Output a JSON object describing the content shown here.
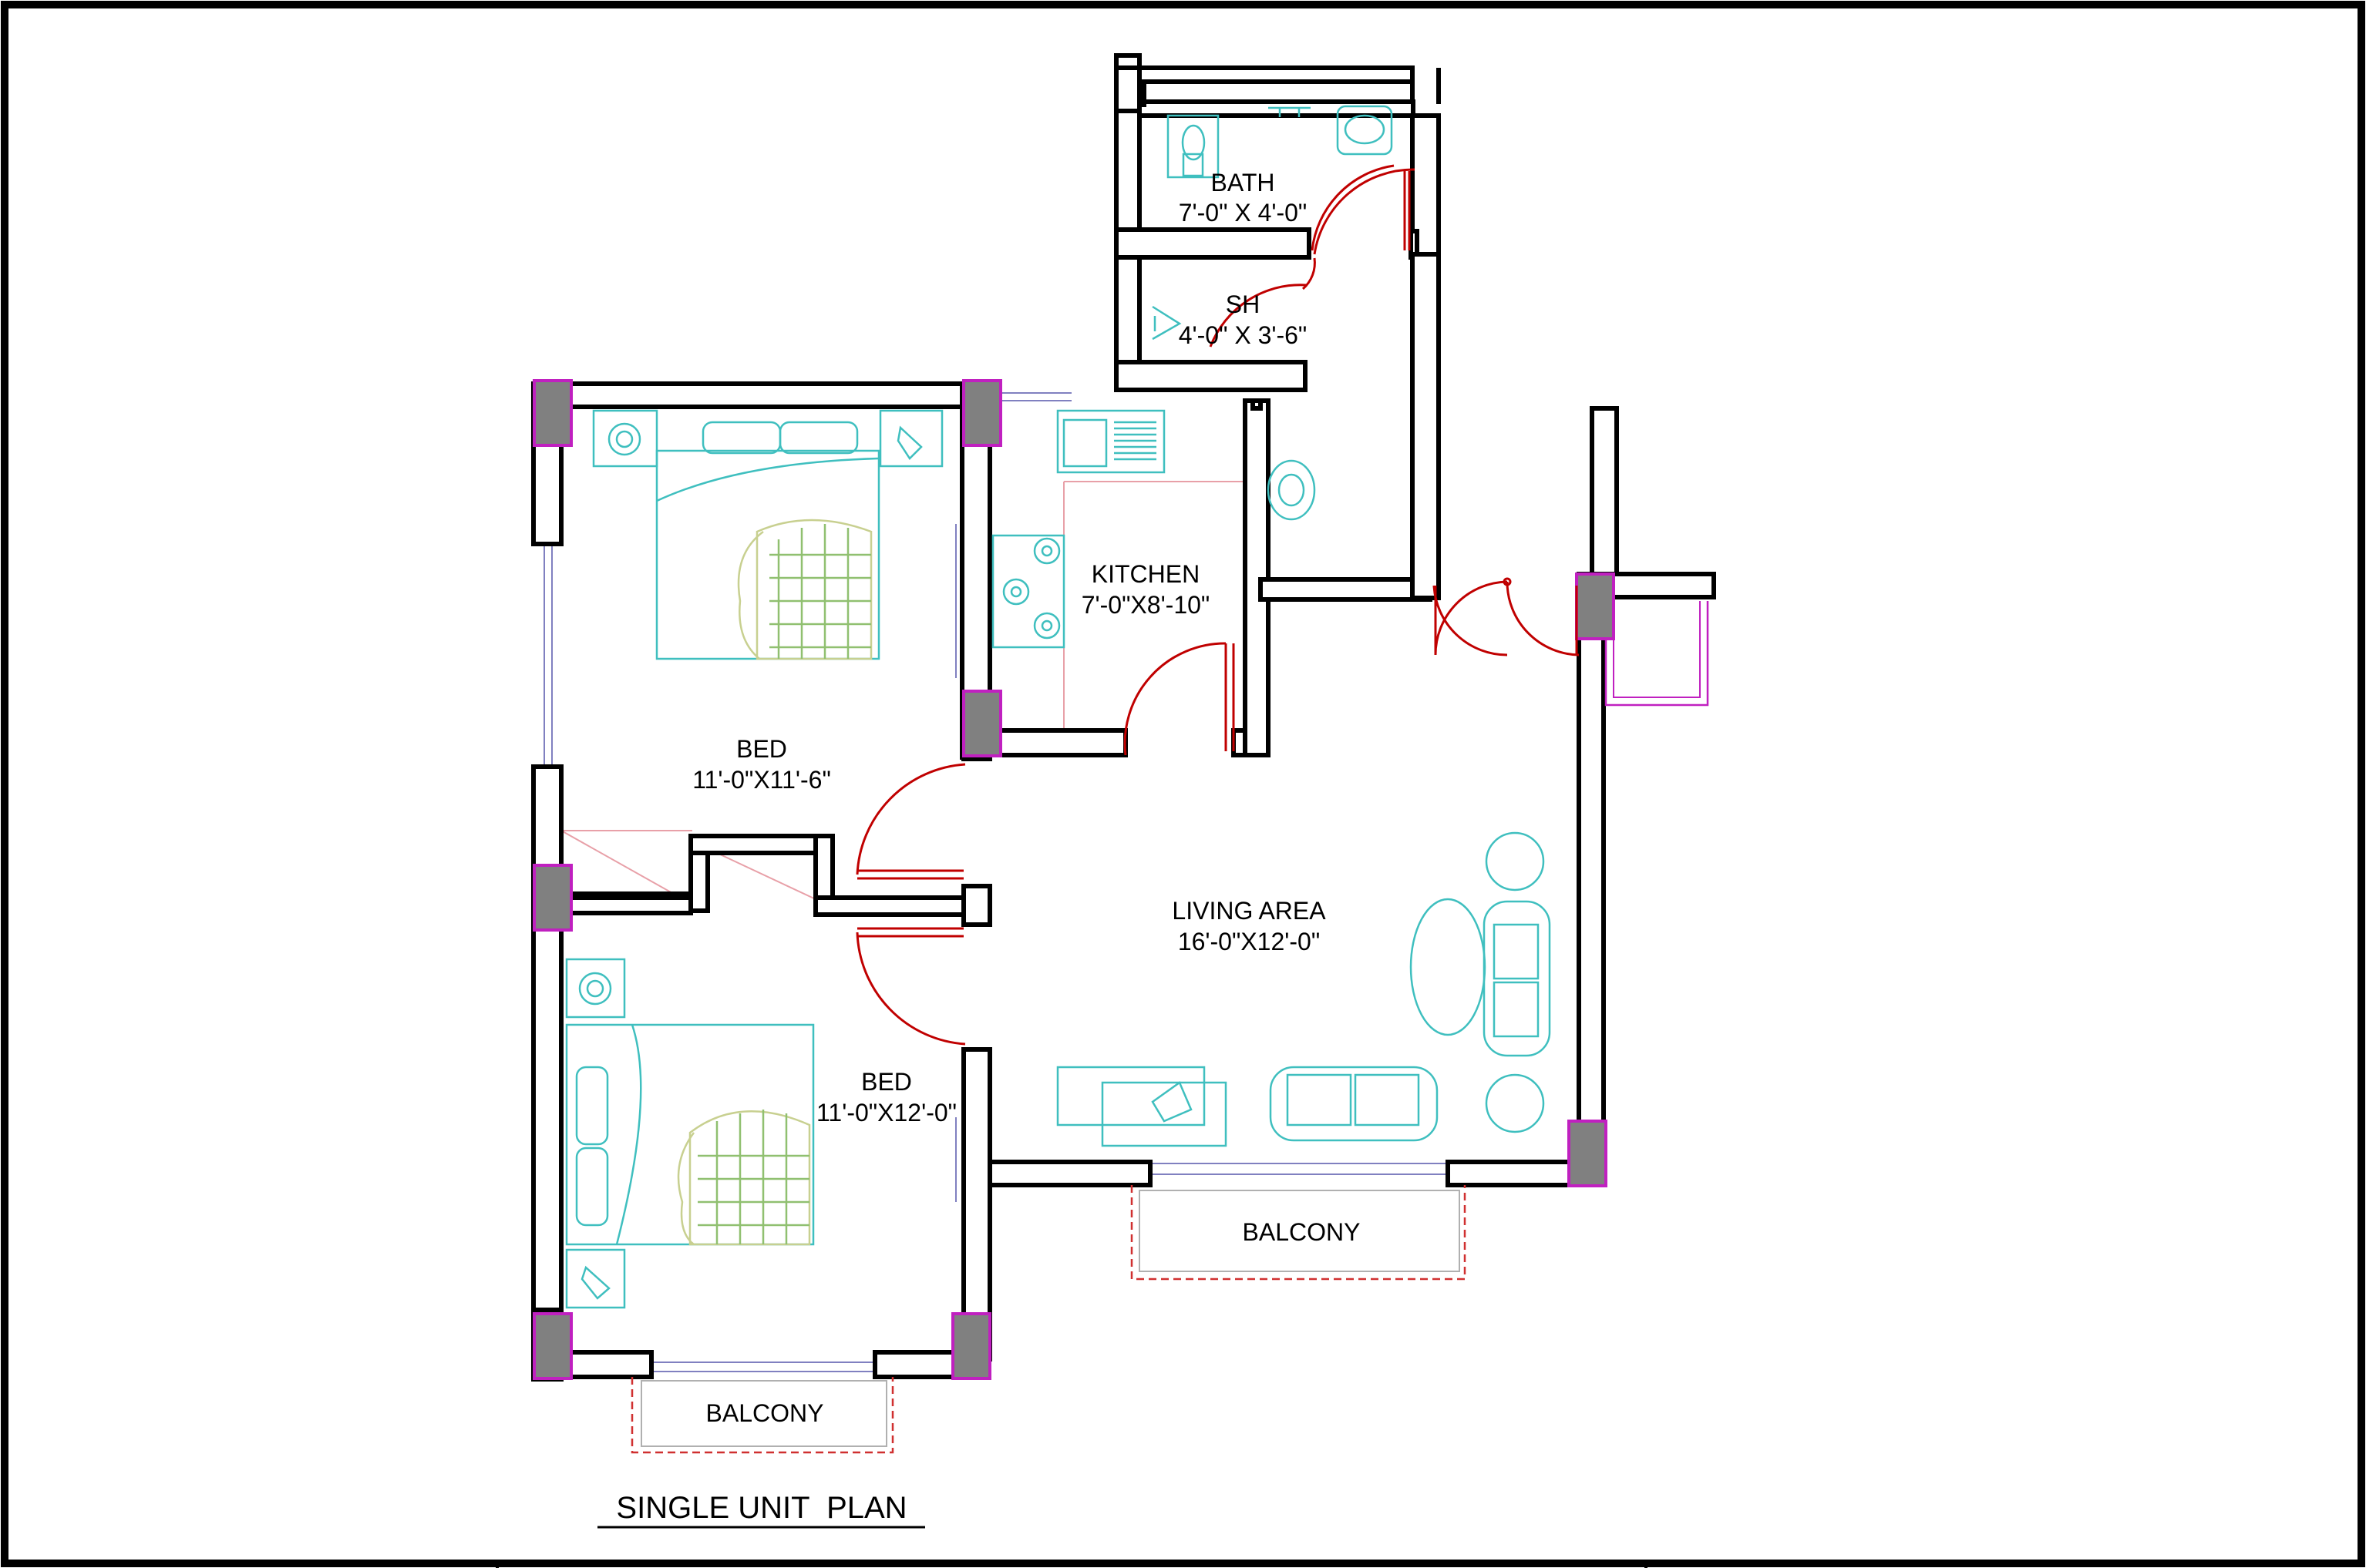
{
  "rooms": {
    "bath": {
      "name": "BATH",
      "size": "7'-0\" X 4'-0\""
    },
    "sh": {
      "name": "SH",
      "size": "4'-0\" X 3'-6\""
    },
    "kitchen": {
      "name": "KITCHEN",
      "size": "7'-0\"X8'-10\""
    },
    "bed1": {
      "name": "BED",
      "size": "11'-0\"X11'-6\""
    },
    "bed2": {
      "name": "BED",
      "size": "11'-0\"X12'-0\""
    },
    "living": {
      "name": "LIVING AREA",
      "size": "16'-0\"X12'-0\""
    },
    "balcony_right": {
      "name": "BALCONY"
    },
    "balcony_left": {
      "name": "BALCONY"
    }
  },
  "title": "SINGLE UNIT  PLAN",
  "colors": {
    "wall": "#000000",
    "column": "#808080",
    "column_outline": "#c020c0",
    "door": "#c00000",
    "furniture": "#3fbfbf"
  }
}
